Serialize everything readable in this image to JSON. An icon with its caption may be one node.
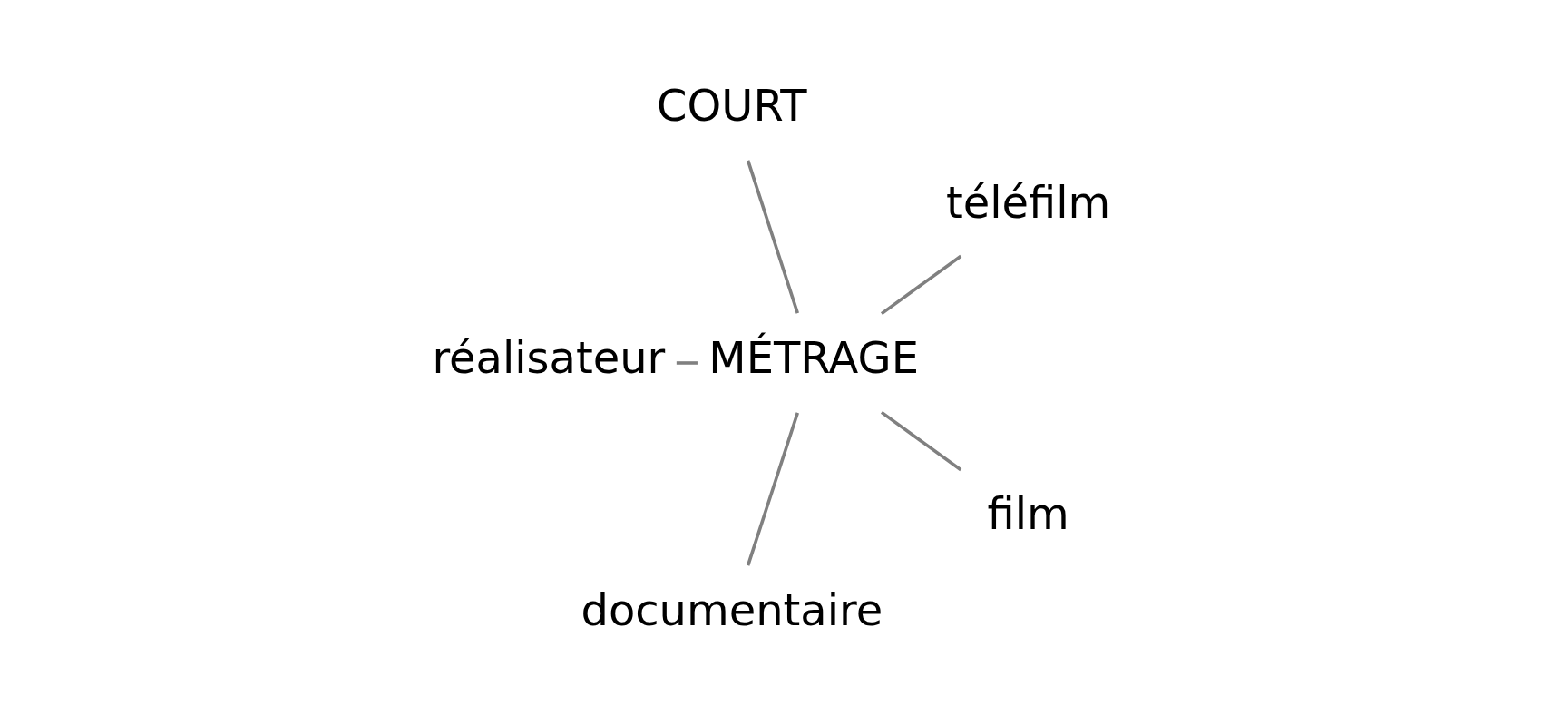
{
  "diagram": {
    "nodes": [
      {
        "text": [
          "téléfilm"
        ]
      },
      {
        "text": [
          "COURT"
        ]
      },
      {
        "text": [
          "MÉTRAGE"
        ]
      },
      {
        "text": [
          "réalisateur"
        ]
      },
      {
        "text": [
          "documentaire"
        ]
      },
      {
        "text": [
          "film"
        ]
      }
    ],
    "edges": [
      {
        "from": 2,
        "to": 0,
        "arrow": "none"
      },
      {
        "from": 2,
        "to": 1,
        "arrow": "none"
      },
      {
        "from": 2,
        "to": 3,
        "arrow": "none"
      },
      {
        "from": 2,
        "to": 4,
        "arrow": "none"
      },
      {
        "from": 2,
        "to": 5,
        "arrow": "none"
      }
    ]
  }
}
